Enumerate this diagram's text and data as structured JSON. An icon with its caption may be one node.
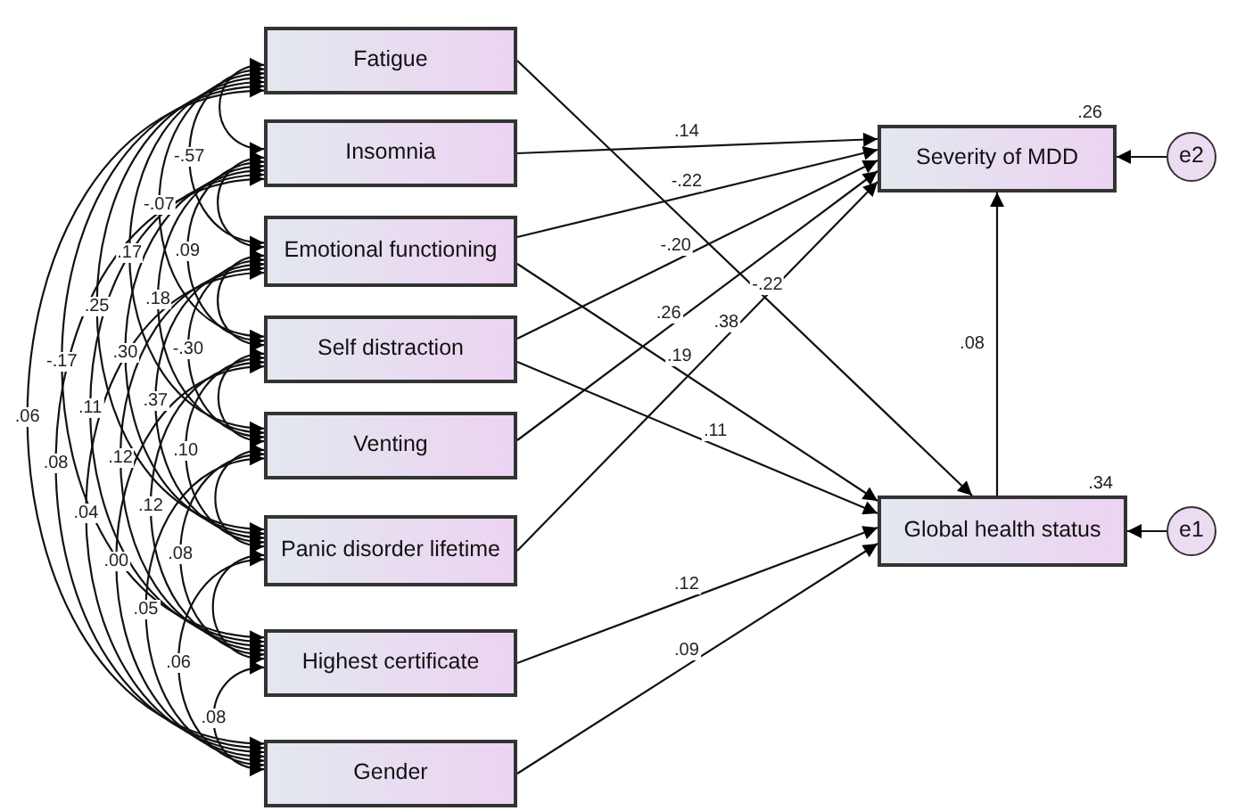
{
  "diagram": {
    "nodes": [
      {
        "text": [
          "Fatigue"
        ]
      },
      {
        "text": [
          "Insomnia"
        ]
      },
      {
        "text": [
          "Emotional functioning"
        ]
      },
      {
        "text": [
          "Self distraction"
        ]
      },
      {
        "text": [
          "Venting"
        ]
      },
      {
        "text": [
          "Panic disorder lifetime"
        ]
      },
      {
        "text": [
          "Highest certificate"
        ]
      },
      {
        "text": [
          "Gender"
        ]
      },
      {
        "text": [
          "Severity of MDD"
        ],
        "beside": [
          ".26"
        ]
      },
      {
        "text": [
          "Global health status"
        ],
        "beside": [
          ".34"
        ]
      },
      {
        "text": [
          "e2"
        ]
      },
      {
        "text": [
          "e1"
        ]
      }
    ],
    "edges": [
      {
        "from": 0,
        "to": 9,
        "arrow": "to",
        "label": "-.22"
      },
      {
        "from": 1,
        "to": 8,
        "arrow": "to",
        "label": ".14"
      },
      {
        "from": 2,
        "to": 8,
        "arrow": "to",
        "label": "-.22"
      },
      {
        "from": 2,
        "to": 9,
        "arrow": "to",
        "label": ".19"
      },
      {
        "from": 3,
        "to": 8,
        "arrow": "to",
        "label": "-.20"
      },
      {
        "from": 3,
        "to": 9,
        "arrow": "to",
        "label": ".11"
      },
      {
        "from": 4,
        "to": 8,
        "arrow": "to",
        "label": ".26"
      },
      {
        "from": 5,
        "to": 8,
        "arrow": "to",
        "label": ".38"
      },
      {
        "from": 6,
        "to": 9,
        "arrow": "to",
        "label": ".12"
      },
      {
        "from": 7,
        "to": 9,
        "arrow": "to",
        "label": ".09"
      },
      {
        "from": 9,
        "to": 8,
        "arrow": "to",
        "label": ".08"
      },
      {
        "from": 10,
        "to": 8,
        "arrow": "to"
      },
      {
        "from": 11,
        "to": 9,
        "arrow": "to"
      },
      {
        "from": 0,
        "to": 1,
        "arrow": "both"
      },
      {
        "from": 0,
        "to": 2,
        "arrow": "both",
        "label": "-.57"
      },
      {
        "from": 0,
        "to": 3,
        "arrow": "both",
        "label": "-.07"
      },
      {
        "from": 0,
        "to": 4,
        "arrow": "both",
        "label": ".17"
      },
      {
        "from": 0,
        "to": 5,
        "arrow": "both",
        "label": ".25"
      },
      {
        "from": 0,
        "to": 6,
        "arrow": "both",
        "label": "-.17"
      },
      {
        "from": 0,
        "to": 7,
        "arrow": "both",
        "label": ".06"
      },
      {
        "from": 1,
        "to": 2,
        "arrow": "both"
      },
      {
        "from": 1,
        "to": 3,
        "arrow": "both",
        "label": ".09"
      },
      {
        "from": 1,
        "to": 4,
        "arrow": "both",
        "label": ".18"
      },
      {
        "from": 1,
        "to": 5,
        "arrow": "both",
        "label": ".30"
      },
      {
        "from": 1,
        "to": 6,
        "arrow": "both",
        "label": ".11"
      },
      {
        "from": 1,
        "to": 7,
        "arrow": "both",
        "label": ".08"
      },
      {
        "from": 2,
        "to": 3,
        "arrow": "both"
      },
      {
        "from": 2,
        "to": 4,
        "arrow": "both",
        "label": "-.30"
      },
      {
        "from": 2,
        "to": 5,
        "arrow": "both",
        "label": ".37"
      },
      {
        "from": 2,
        "to": 6,
        "arrow": "both",
        "label": ".12"
      },
      {
        "from": 2,
        "to": 7,
        "arrow": "both",
        "label": ".04"
      },
      {
        "from": 3,
        "to": 4,
        "arrow": "both"
      },
      {
        "from": 3,
        "to": 5,
        "arrow": "both",
        "label": ".10"
      },
      {
        "from": 3,
        "to": 6,
        "arrow": "both",
        "label": ".12"
      },
      {
        "from": 3,
        "to": 7,
        "arrow": "both",
        "label": ".00"
      },
      {
        "from": 4,
        "to": 5,
        "arrow": "both"
      },
      {
        "from": 4,
        "to": 6,
        "arrow": "both",
        "label": ".08"
      },
      {
        "from": 4,
        "to": 7,
        "arrow": "both",
        "label": ".05"
      },
      {
        "from": 5,
        "to": 6,
        "arrow": "both"
      },
      {
        "from": 5,
        "to": 7,
        "arrow": "both",
        "label": ".06"
      },
      {
        "from": 6,
        "to": 7,
        "arrow": "both",
        "label": ".08"
      }
    ]
  }
}
